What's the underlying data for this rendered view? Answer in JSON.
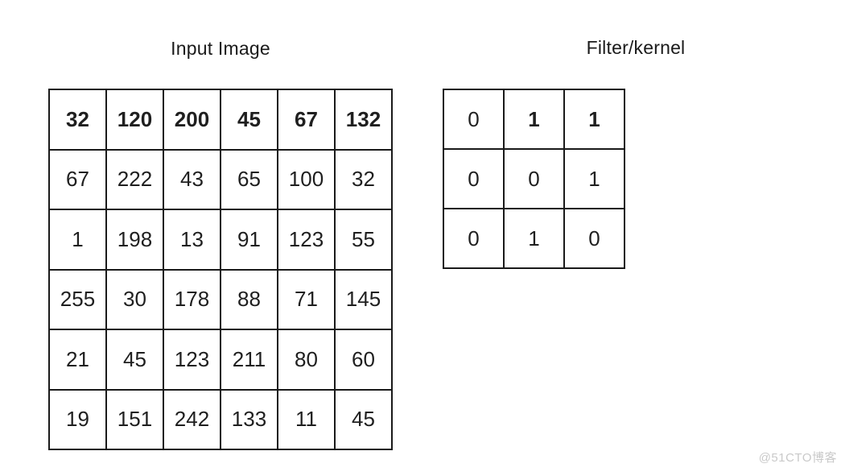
{
  "page": {
    "background": "#ffffff",
    "watermark": "@51CTO博客"
  },
  "colors": {
    "text": "#1f1f1f",
    "border": "#1a1a1a",
    "watermark": "#c9c9c9"
  },
  "input_image": {
    "title": "Input Image",
    "rows": [
      [
        "32",
        "120",
        "200",
        "45",
        "67",
        "132"
      ],
      [
        "67",
        "222",
        "43",
        "65",
        "100",
        "32"
      ],
      [
        "1",
        "198",
        "13",
        "91",
        "123",
        "55"
      ],
      [
        "255",
        "30",
        "178",
        "88",
        "71",
        "145"
      ],
      [
        "21",
        "45",
        "123",
        "211",
        "80",
        "60"
      ],
      [
        "19",
        "151",
        "242",
        "133",
        "11",
        "45"
      ]
    ],
    "bold_rows": [
      0
    ],
    "bold_cells": []
  },
  "kernel": {
    "title": "Filter/kernel",
    "rows": [
      [
        "0",
        "1",
        "1"
      ],
      [
        "0",
        "0",
        "1"
      ],
      [
        "0",
        "1",
        "0"
      ]
    ],
    "bold_rows": [],
    "bold_cells": [
      [
        0,
        1
      ],
      [
        0,
        2
      ]
    ]
  }
}
